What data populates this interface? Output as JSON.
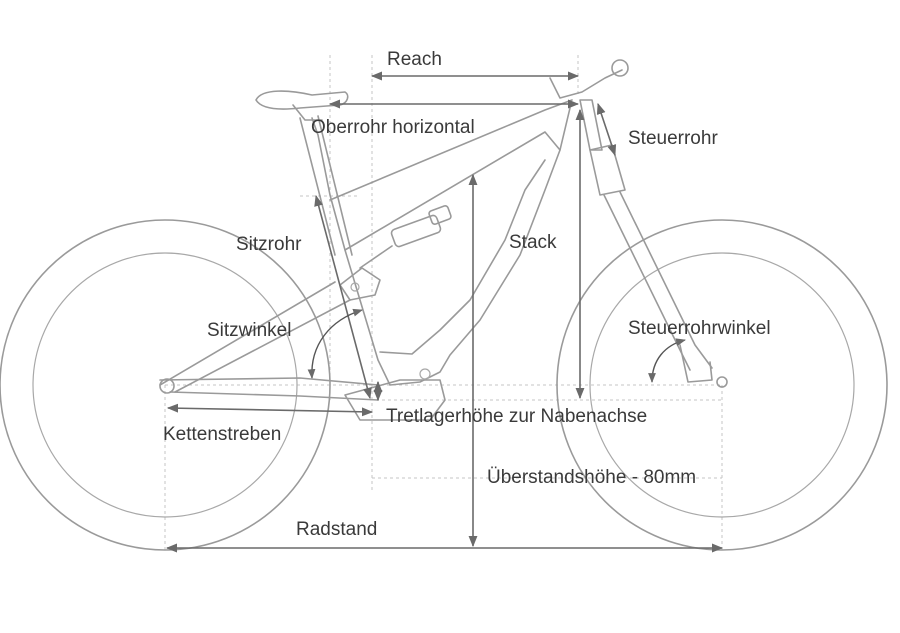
{
  "labels": {
    "reach": "Reach",
    "top_tube_horizontal": "Oberrohr horizontal",
    "head_tube": "Steuerrohr",
    "seat_tube": "Sitzrohr",
    "stack": "Stack",
    "seat_angle": "Sitzwinkel",
    "head_angle": "Steuerrohrwinkel",
    "bb_height_to_axle": "Tretlagerhöhe zur Nabenachse",
    "chainstays": "Kettenstreben",
    "standover_height": "Überstandshöhe - 80mm",
    "wheelbase": "Radstand"
  },
  "colors": {
    "frame_outline": "#9a9a9a",
    "measure_line": "#6a6a6a",
    "guide_line": "#c4c4c4",
    "text": "#3a3a3a"
  }
}
